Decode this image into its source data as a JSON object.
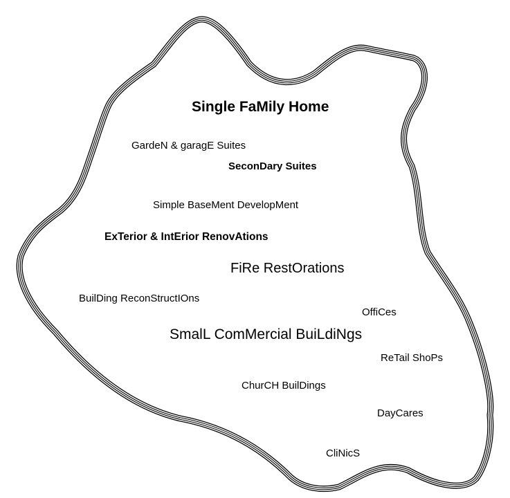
{
  "outline_color": "#000000",
  "labels": {
    "single_family": "Single FaMily Home",
    "garden_garage": "GardeN & garagE Suites",
    "secondary": "SeconDary Suites",
    "basement": "Simple BaseMent DevelopMent",
    "ext_int": "ExTerior & IntErior RenovAtions",
    "fire": "FiRe RestOrations",
    "reconstruction": "BuilDing ReconStructIOns",
    "offices": "OffiCes",
    "commercial": "SmalL ComMercial BuiLdiNgs",
    "retail": "ReTail ShoPs",
    "church": "ChurCH BuilDings",
    "daycares": "DayCares",
    "clinics": "CliNicS"
  }
}
